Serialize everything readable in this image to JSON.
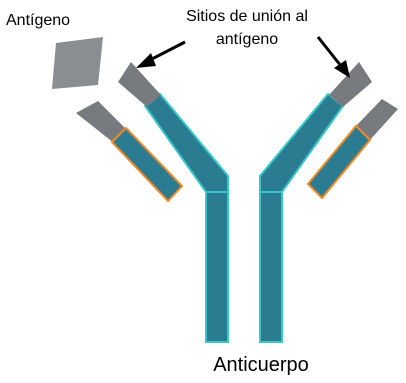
{
  "labels": {
    "antigen": "Antígeno",
    "binding_sites_line1": "Sitios de unión al",
    "binding_sites_line2": "antígeno",
    "antibody": "Anticuerpo"
  },
  "colors": {
    "heavy_chain_fill": "#2b7c91",
    "heavy_chain_outline": "#36c7c9",
    "light_chain_fill": "#2b7c91",
    "light_chain_outline": "#f08a24",
    "variable_region": "#777b80",
    "antigen": "#8b8e91",
    "arrow": "#000000"
  }
}
